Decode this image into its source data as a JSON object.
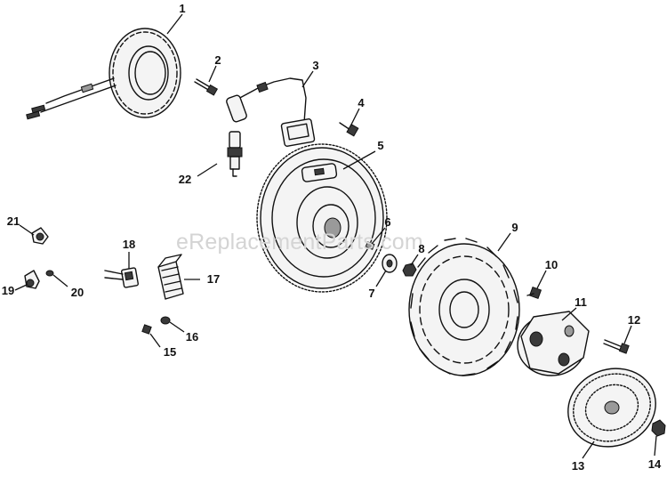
{
  "watermark": "eReplacementParts.com",
  "callouts": [
    "1",
    "2",
    "3",
    "4",
    "5",
    "6",
    "7",
    "8",
    "9",
    "10",
    "11",
    "12",
    "13",
    "14",
    "15",
    "16",
    "17",
    "18",
    "19",
    "20",
    "21",
    "22"
  ]
}
